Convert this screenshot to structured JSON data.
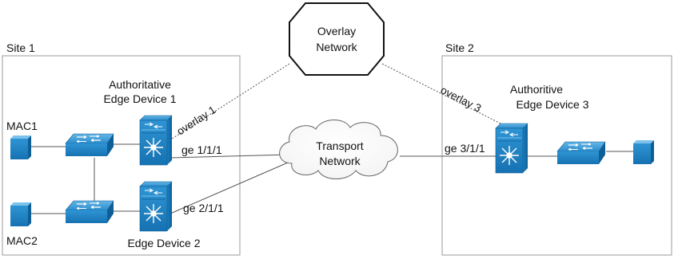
{
  "sites": {
    "site1": "Site 1",
    "site2": "Site 2"
  },
  "overlay_network": {
    "line1": "Overlay",
    "line2": "Network"
  },
  "transport_network": {
    "line1": "Transport",
    "line2": "Network"
  },
  "devices": {
    "edge1": {
      "line1": "Authoritative",
      "line2": "Edge Device 1"
    },
    "edge2": {
      "line1": "Edge Device 2"
    },
    "edge3": {
      "line1": "Authoritive",
      "line2": "Edge Device 3"
    }
  },
  "hosts": {
    "mac1": "MAC1",
    "mac2": "MAC2"
  },
  "links": {
    "overlay1": "overlay 1",
    "overlay3": "overlay 3",
    "ge111": "ge 1/1/1",
    "ge211": "ge 2/1/1",
    "ge311": "ge 3/1/1"
  },
  "colors": {
    "device_blue": "#1f86c8",
    "device_dark": "#0c5d93",
    "site_border": "#9a9a9a"
  },
  "icons": [
    "host-icon",
    "switch-icon",
    "router-icon",
    "cloud-icon",
    "octagon-icon"
  ]
}
